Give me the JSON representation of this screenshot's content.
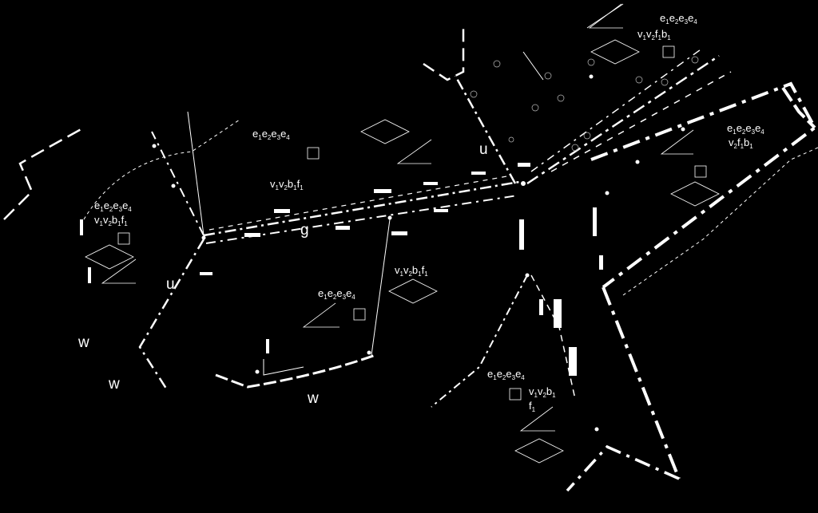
{
  "zone_labels": [
    {
      "main": [
        "e",
        "e",
        "e",
        "e"
      ],
      "subs": [
        "1",
        "2",
        "3",
        "4"
      ]
    },
    {
      "main": [
        "v",
        "v",
        "b",
        "f"
      ],
      "subs": [
        "1",
        "2",
        "1",
        "1"
      ]
    },
    {
      "main": [
        "e",
        "e",
        "e",
        "e"
      ],
      "subs": [
        "1",
        "2",
        "3",
        "4"
      ]
    },
    {
      "main": [
        "v",
        "v",
        "b",
        "f"
      ],
      "subs": [
        "1",
        "2",
        "1",
        "1"
      ]
    },
    {
      "main": [
        "v",
        "v",
        "b",
        "f"
      ],
      "subs": [
        "1",
        "2",
        "1",
        "1"
      ]
    },
    {
      "main": [
        "e",
        "e",
        "e",
        "e"
      ],
      "subs": [
        "1",
        "2",
        "3",
        "4"
      ]
    },
    {
      "main": [
        "e",
        "e",
        "e",
        "e"
      ],
      "subs": [
        "1",
        "2",
        "3",
        "4"
      ]
    },
    {
      "main": [
        "v",
        "v",
        "f",
        "b"
      ],
      "subs": [
        "1",
        "2",
        "1",
        "1"
      ]
    },
    {
      "main": [
        "e",
        "e",
        "e",
        "e"
      ],
      "subs": [
        "1",
        "2",
        "3",
        "4"
      ]
    },
    {
      "main": [
        "v",
        "f",
        "b"
      ],
      "subs": [
        "2",
        "1",
        "1"
      ]
    },
    {
      "main": [
        "e",
        "e",
        "e",
        "e"
      ],
      "subs": [
        "1",
        "2",
        "3",
        "4"
      ]
    },
    {
      "main": [
        "v",
        "v",
        "b"
      ],
      "subs": [
        "1",
        "2",
        "1"
      ]
    },
    {
      "main": [
        "f"
      ],
      "subs": [
        "1"
      ]
    }
  ],
  "road_labels": [
    "u",
    "u",
    "g",
    "w",
    "w",
    "w"
  ]
}
